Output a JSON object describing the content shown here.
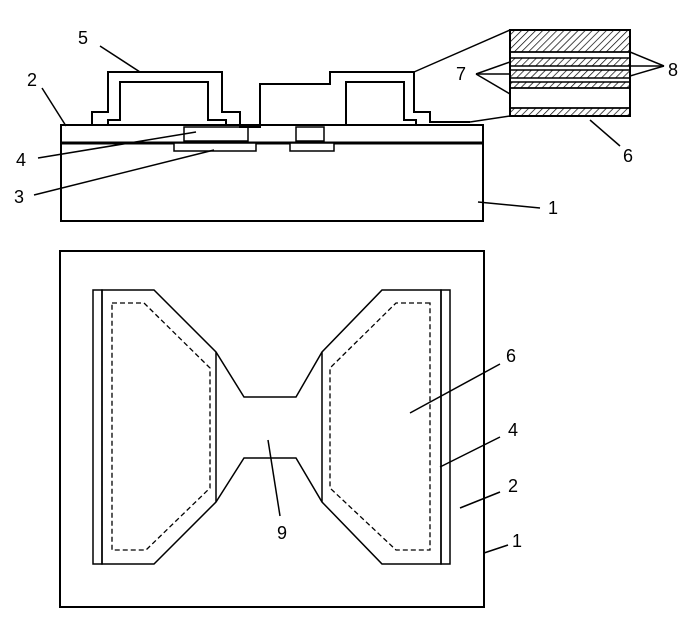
{
  "labels": {
    "substrate": "1",
    "layer_2": "2",
    "layer_3": "3",
    "layer_4": "4",
    "layer_5": "5",
    "layer_6": "6",
    "layer_7": "7",
    "layer_8": "8",
    "region_9": "9"
  },
  "colors": {
    "stroke": "#000000",
    "fill": "#ffffff"
  }
}
